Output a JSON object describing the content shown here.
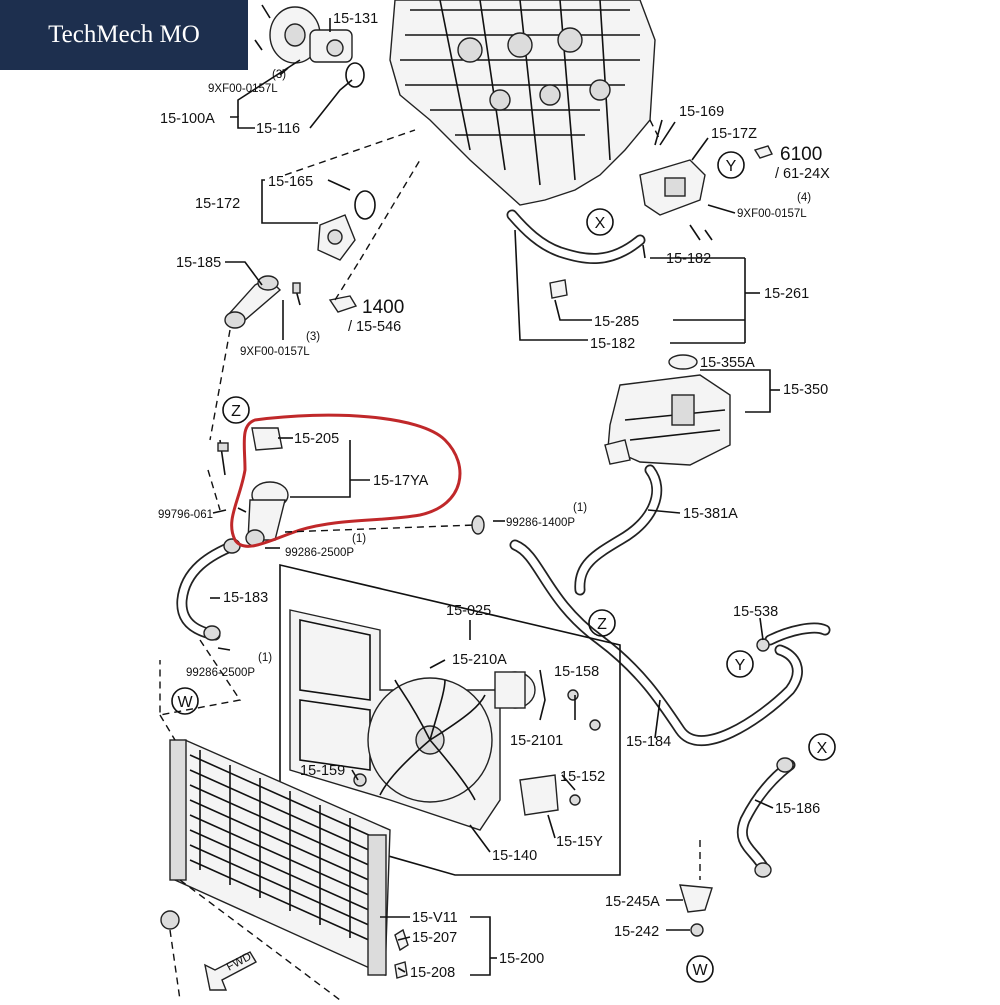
{
  "watermark": {
    "text": "TechMech MO"
  },
  "colors": {
    "highlight": "#c0282a",
    "ink": "#111111",
    "badge_bg": "#1d2f4e"
  },
  "callouts": {
    "p15_131": "15-131",
    "p9xf00_top": "9XF00-0157L",
    "qty3_top": "(3)",
    "p15_100a": "15-100A",
    "p15_116": "15-116",
    "p15_165": "15-165",
    "p15_172": "15-172",
    "p15_185": "15-185",
    "p1400": "1400",
    "p15_546": "/ 15-546",
    "qty3_mid": "(3)",
    "p9xf00_mid": "9XF00-0157L",
    "p15_169": "15-169",
    "p15_17z": "15-17Z",
    "p6100": "6100",
    "p61_24x": "/ 61-24X",
    "qty4": "(4)",
    "p9xf00_right": "9XF00-0157L",
    "p15_182_a": "15-182",
    "p15_261": "15-261",
    "p15_285": "15-285",
    "p15_182_b": "15-182",
    "p15_355a": "15-355A",
    "p15_350": "15-350",
    "p15_205": "15-205",
    "p15_17ya": "15-17YA",
    "p99796": "99796-061",
    "p15_381a": "15-381A",
    "qty1_a": "(1)",
    "p99286_1400p": "99286-1400P",
    "qty1_b": "(1)",
    "p99286_2500p_a": "99286-2500P",
    "p15_183": "15-183",
    "qty1_c": "(1)",
    "p99286_2500p_b": "99286-2500P",
    "p15_025": "15-025",
    "p15_210a": "15-210A",
    "p15_158": "15-158",
    "p15_2101": "15-2101",
    "p15_159": "15-159",
    "p15_152": "15-152",
    "p15_15y": "15-15Y",
    "p15_140": "15-140",
    "p15_538": "15-538",
    "p15_184": "15-184",
    "p15_186": "15-186",
    "p15_245a": "15-245A",
    "p15_242": "15-242",
    "p15_v11": "15-V11",
    "p15_207": "15-207",
    "p15_200": "15-200",
    "p15_208": "15-208"
  },
  "markers": {
    "x1": "X",
    "x2": "X",
    "y1": "Y",
    "y2": "Y",
    "z1": "Z",
    "z2": "Z",
    "w1": "W",
    "w2": "W"
  },
  "fwd_label": "FWD"
}
